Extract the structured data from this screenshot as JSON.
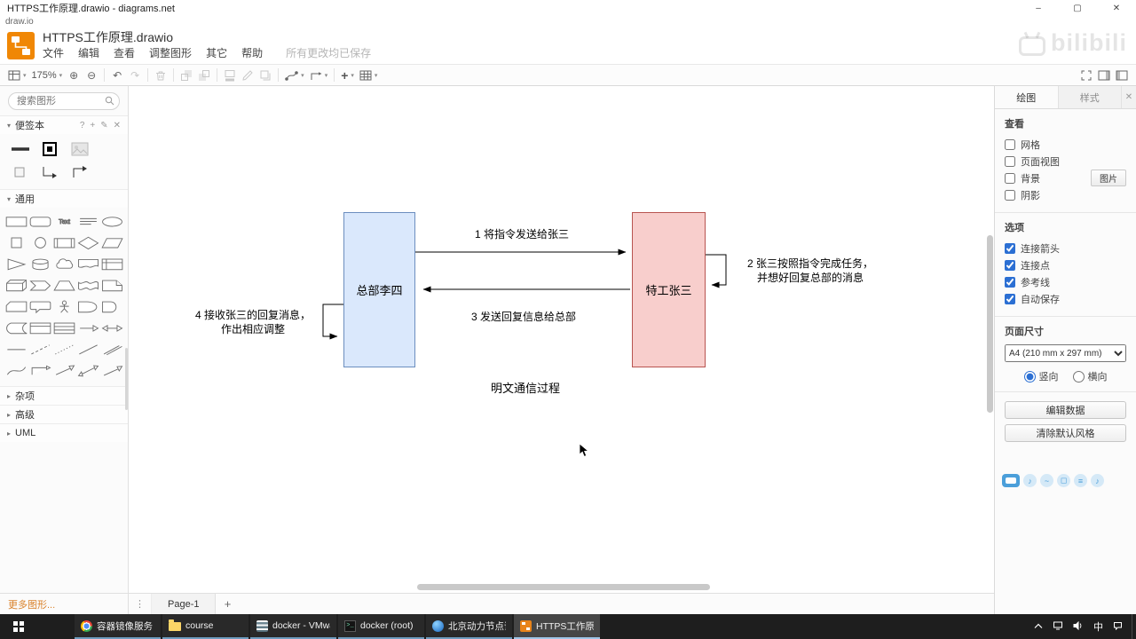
{
  "window": {
    "title": "HTTPS工作原理.drawio - diagrams.net",
    "app_label": "draw.io",
    "controls": {
      "minimize": "–",
      "maximize": "▢",
      "close": "✕"
    }
  },
  "header": {
    "doc_title": "HTTPS工作原理.drawio",
    "menus": [
      "文件",
      "编辑",
      "查看",
      "调整图形",
      "其它",
      "帮助"
    ],
    "save_status": "所有更改均已保存",
    "watermark": "bilibili"
  },
  "toolbar": {
    "zoom": "175%"
  },
  "sidebar": {
    "search_placeholder": "搜索图形",
    "scratchpad": {
      "title": "便签本",
      "items": [
        "thick-line",
        "black-box",
        "image-placeholder",
        "mini-shape",
        "corner-connector-down",
        "corner-connector-up"
      ]
    },
    "sections": {
      "general": "通用",
      "misc": "杂项",
      "advanced": "高级",
      "uml": "UML"
    },
    "shapes": [
      "rectangle",
      "rounded-rectangle",
      "text",
      "textbox",
      "ellipse",
      "square",
      "circle",
      "process",
      "diamond",
      "parallelogram",
      "triangle",
      "cylinder",
      "cloud",
      "document",
      "internal-storage",
      "cube",
      "step",
      "trapezoid",
      "tape",
      "note",
      "card",
      "callout",
      "actor",
      "or",
      "and",
      "data-storage",
      "container",
      "list",
      "arrow",
      "bidirectional-arrow",
      "bold-line",
      "dashed-line",
      "dotted-line",
      "line",
      "link",
      "curve",
      "elbow-connector",
      "diagonal-arrow",
      "bidirectional-connector",
      "directional-connector"
    ],
    "more_shapes": "更多图形..."
  },
  "canvas": {
    "nodes": [
      {
        "label": "总部李四",
        "fill": "#dae8fc",
        "stroke": "#6c8ebf"
      },
      {
        "label": "特工张三",
        "fill": "#f8cecc",
        "stroke": "#b85450"
      }
    ],
    "edge_labels": {
      "step1": "1 将指令发送给张三",
      "step2": "2 张三按照指令完成任务，\n并想好回复总部的消息",
      "step3": "3 发送回复信息给总部",
      "step4": "4 接收张三的回复消息，\n作出相应调整"
    },
    "caption": "明文通信过程"
  },
  "pagebar": {
    "page": "Page-1",
    "add": "+"
  },
  "format_panel": {
    "tabs": [
      {
        "label": "绘图"
      },
      {
        "label": "样式"
      }
    ],
    "view": {
      "title": "查看",
      "options": [
        {
          "label": "网格",
          "checked": false
        },
        {
          "label": "页面视图",
          "checked": false
        },
        {
          "label": "背景",
          "checked": false,
          "button": "图片"
        },
        {
          "label": "阴影",
          "checked": false
        }
      ]
    },
    "options": {
      "title": "选项",
      "options": [
        {
          "label": "连接箭头",
          "checked": true
        },
        {
          "label": "连接点",
          "checked": true
        },
        {
          "label": "参考线",
          "checked": true
        },
        {
          "label": "自动保存",
          "checked": true
        }
      ]
    },
    "paper": {
      "title": "页面尺寸",
      "size": "A4 (210 mm x 297 mm)",
      "orientations": [
        {
          "label": "竖向",
          "selected": true
        },
        {
          "label": "横向",
          "selected": false
        }
      ]
    },
    "actions": [
      "编辑数据",
      "清除默认风格"
    ]
  },
  "taskbar": {
    "items": [
      {
        "label": "容器镜像服务 - Go...",
        "icon": "chrome",
        "active": false
      },
      {
        "label": "course",
        "icon": "folder",
        "active": false
      },
      {
        "label": "docker - VMware...",
        "icon": "vmware",
        "active": false
      },
      {
        "label": "docker (root)",
        "icon": "terminal",
        "active": false
      },
      {
        "label": "北京动力节点课程...",
        "icon": "browser",
        "active": false
      },
      {
        "label": "HTTPS工作原理.dr...",
        "icon": "drawio",
        "active": true
      }
    ],
    "tray": {
      "input_method": "中"
    }
  }
}
